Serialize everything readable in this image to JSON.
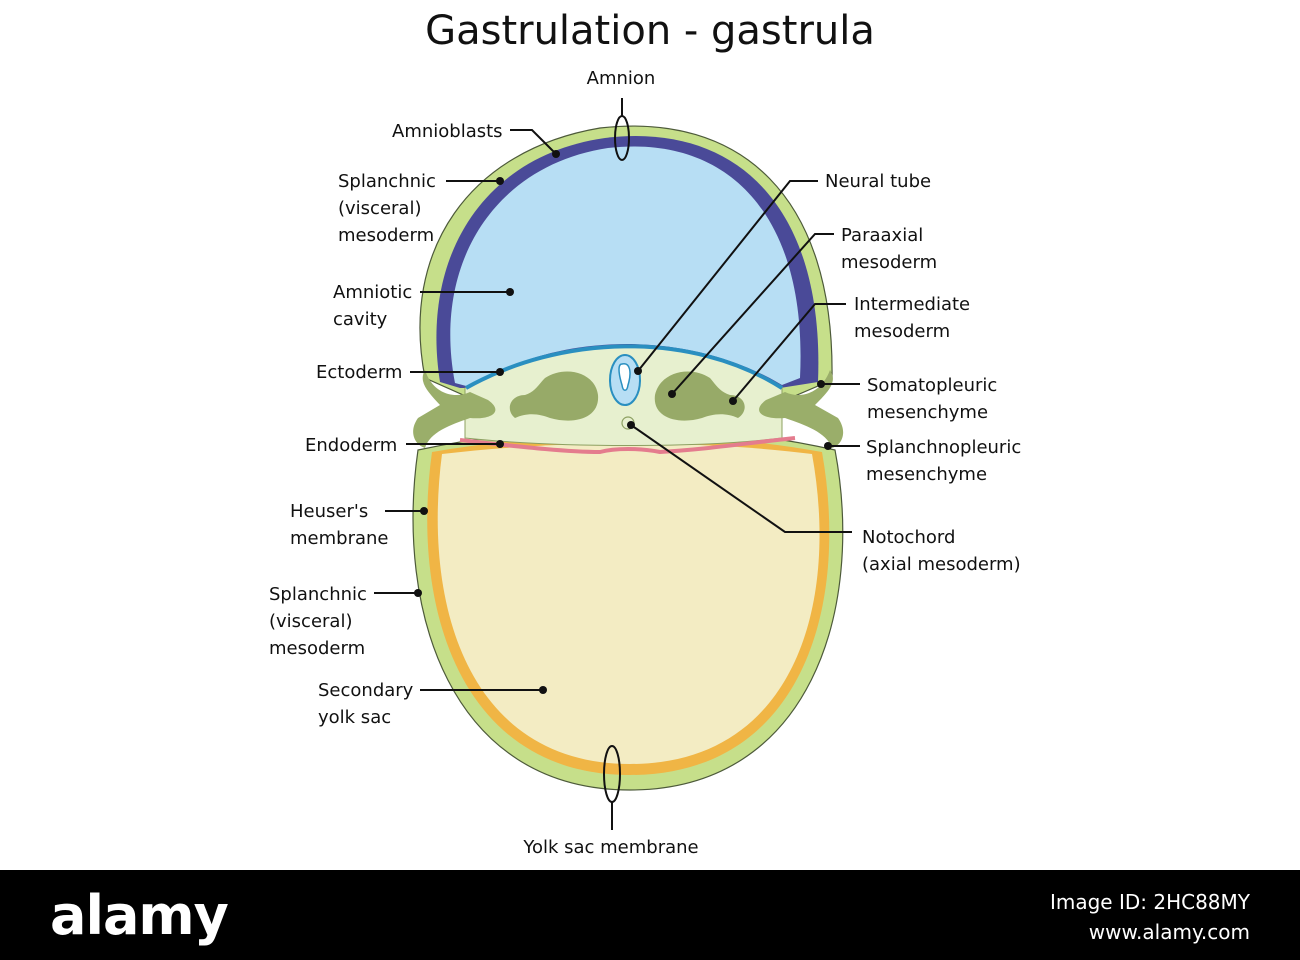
{
  "title": "Gastrulation - gastrula",
  "labels": {
    "amnion": "Amnion",
    "amnioblasts": "Amnioblasts",
    "splanchnic_top": [
      "Splanchnic",
      "(visceral)",
      "mesoderm"
    ],
    "amniotic_cavity": [
      "Amniotic",
      "cavity"
    ],
    "ectoderm": "Ectoderm",
    "endoderm": "Endoderm",
    "heusers_membrane": [
      "Heuser's",
      "membrane"
    ],
    "splanchnic_bottom": [
      "Splanchnic",
      "(visceral)",
      "mesoderm"
    ],
    "secondary_yolk_sac": [
      "Secondary",
      "yolk sac"
    ],
    "yolk_sac_membrane": "Yolk sac membrane",
    "neural_tube": "Neural tube",
    "paraaxial_mesoderm": [
      "Paraaxial",
      "mesoderm"
    ],
    "intermediate_mesoderm": [
      "Intermediate",
      "mesoderm"
    ],
    "somatopleuric_mesenchyme": [
      "Somatopleuric",
      "mesenchyme"
    ],
    "splanchnopleuric_mesenchyme": [
      "Splanchnopleuric",
      "mesenchyme"
    ],
    "notochord": [
      "Notochord",
      "(axial mesoderm)"
    ]
  },
  "footer": {
    "logo": "alamy",
    "image_id": "Image ID: 2HC88MY",
    "url": "www.alamy.com"
  },
  "colors": {
    "mesoderm_green": "#c6df8a",
    "amnioblast_purple": "#4a4a98",
    "amniotic_blue": "#b7def4",
    "ectoderm_blue": "#2a8fc0",
    "mesenchyme_olive": "#9aae6a",
    "somite_green": "#97aa68",
    "yolk_cream": "#f3ecc3",
    "heuser_orange": "#f0b545",
    "endoderm_pink": "#e47c8e",
    "disc_pale": "#e7f0cf"
  }
}
